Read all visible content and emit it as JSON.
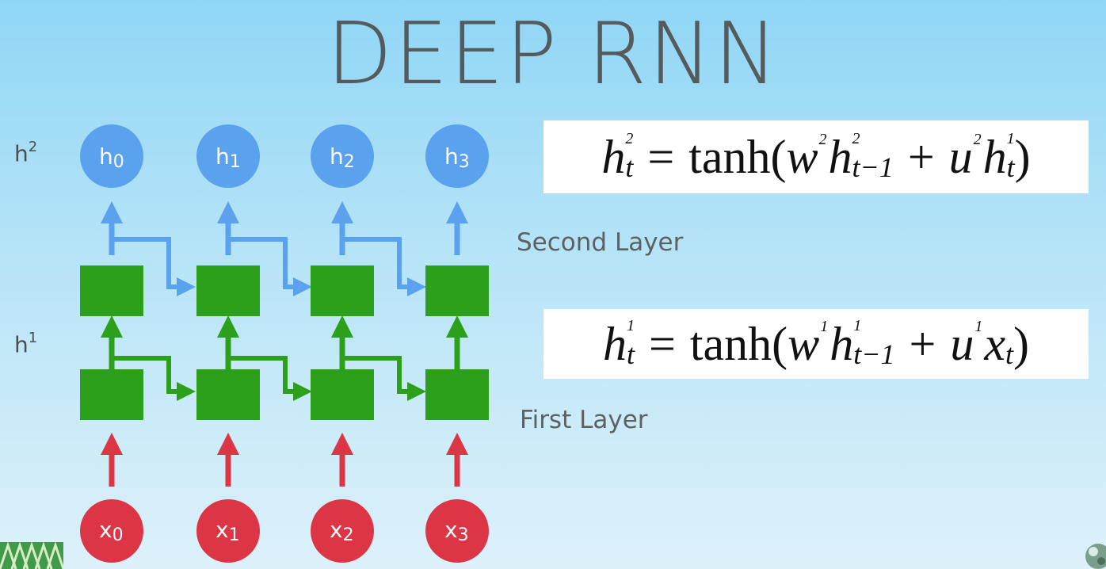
{
  "title": "DEEP RNN",
  "side_labels": {
    "h2_base": "h",
    "h2_sup": "2",
    "h1_base": "h",
    "h1_sup": "1"
  },
  "layer_labels": {
    "second": "Second Layer",
    "first": "First Layer"
  },
  "equations": {
    "second": {
      "lhs": "h",
      "lhs_sup": "2",
      "lhs_sub": "t",
      "eq": "=",
      "fn": "tanh(",
      "w": "w",
      "w_sup": "2",
      "h": "h",
      "h_sup": "2",
      "h_sub": "t−1",
      "plus": "+",
      "u": "u",
      "u_sup": "2",
      "x": "h",
      "x_sup": "1",
      "x_sub": "t",
      "close": ")"
    },
    "first": {
      "lhs": "h",
      "lhs_sup": "1",
      "lhs_sub": "t",
      "eq": "=",
      "fn": "tanh(",
      "w": "w",
      "w_sup": "1",
      "h": "h",
      "h_sup": "1",
      "h_sub": "t−1",
      "plus": "+",
      "u": "u",
      "u_sup": "1",
      "x": "x",
      "x_sup": "",
      "x_sub": "t",
      "close": ")"
    }
  },
  "nodes": {
    "outputs": [
      {
        "base": "h",
        "sub": "0"
      },
      {
        "base": "h",
        "sub": "1"
      },
      {
        "base": "h",
        "sub": "2"
      },
      {
        "base": "h",
        "sub": "3"
      }
    ],
    "inputs": [
      {
        "base": "x",
        "sub": "0"
      },
      {
        "base": "x",
        "sub": "1"
      },
      {
        "base": "x",
        "sub": "2"
      },
      {
        "base": "x",
        "sub": "3"
      }
    ]
  },
  "colors": {
    "output_node": "#5aa1ee",
    "input_node": "#dc3545",
    "hidden_cell": "#2c9f1b",
    "blue_arrow": "#5aa1ee",
    "green_arrow": "#2c9f1b",
    "red_arrow": "#dc3545",
    "title_text": "#555a5c"
  }
}
